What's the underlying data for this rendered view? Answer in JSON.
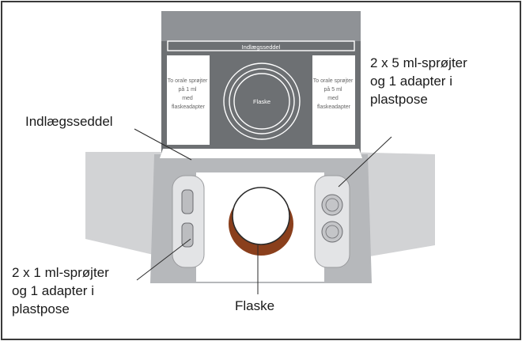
{
  "diagram": {
    "leaflet_title": "Indlægsseddel",
    "bottle_label": "Flaske",
    "left_card_text": [
      "To orale sprøjter",
      "på 1 ml",
      "med",
      "flaskeadapter"
    ],
    "right_card_text": [
      "To orale sprøjter",
      "på 5 ml",
      "med",
      "flaskeadapter"
    ],
    "callouts": {
      "leaflet": "Indlægsseddel",
      "syringes_5ml": "2 x 5 ml-sprøjter\nog 1 adapter i\nplastpose",
      "syringes_1ml": "2 x 1 ml-sprøjter\nog 1 adapter i\nplastpose",
      "bottle": "Flaske"
    },
    "colors": {
      "frame": "#3a3a3a",
      "lid_dark": "#6d7073",
      "box_flap": "#cfd0d2",
      "box_side": "#b0b2b5",
      "bottle": "#8a3f1c"
    }
  }
}
